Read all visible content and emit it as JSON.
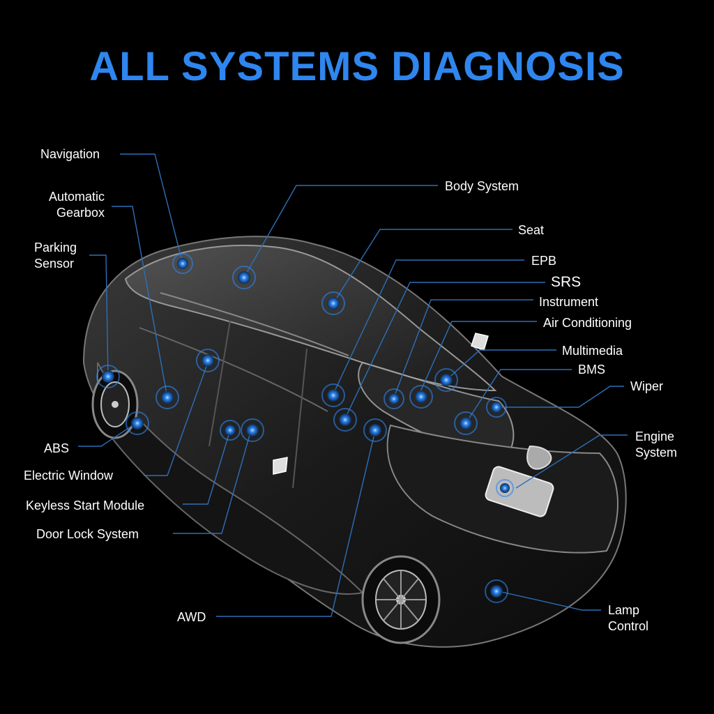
{
  "title": "ALL SYSTEMS DIAGNOSIS",
  "colors": {
    "accent": "#2f86ee",
    "background": "#000000",
    "leader_line": "#2d6fb8",
    "node": "#1f7ae8"
  },
  "labels": {
    "navigation": "Navigation",
    "automatic_gearbox_1": "Automatic",
    "automatic_gearbox_2": "Gearbox",
    "parking_sensor_1": "Parking",
    "parking_sensor_2": "Sensor",
    "abs": "ABS",
    "electric_window": "Electric Window",
    "keyless_start_module": "Keyless Start Module",
    "door_lock_system": "Door Lock System",
    "awd": "AWD",
    "body_system": "Body System",
    "seat": "Seat",
    "epb": "EPB",
    "srs": "SRS",
    "instrument": "Instrument",
    "air_conditioning": "Air Conditioning",
    "multimedia": "Multimedia",
    "bms": "BMS",
    "wiper": "Wiper",
    "engine_system_1": "Engine",
    "engine_system_2": "System",
    "lamp_control_1": "Lamp",
    "lamp_control_2": "Control"
  }
}
